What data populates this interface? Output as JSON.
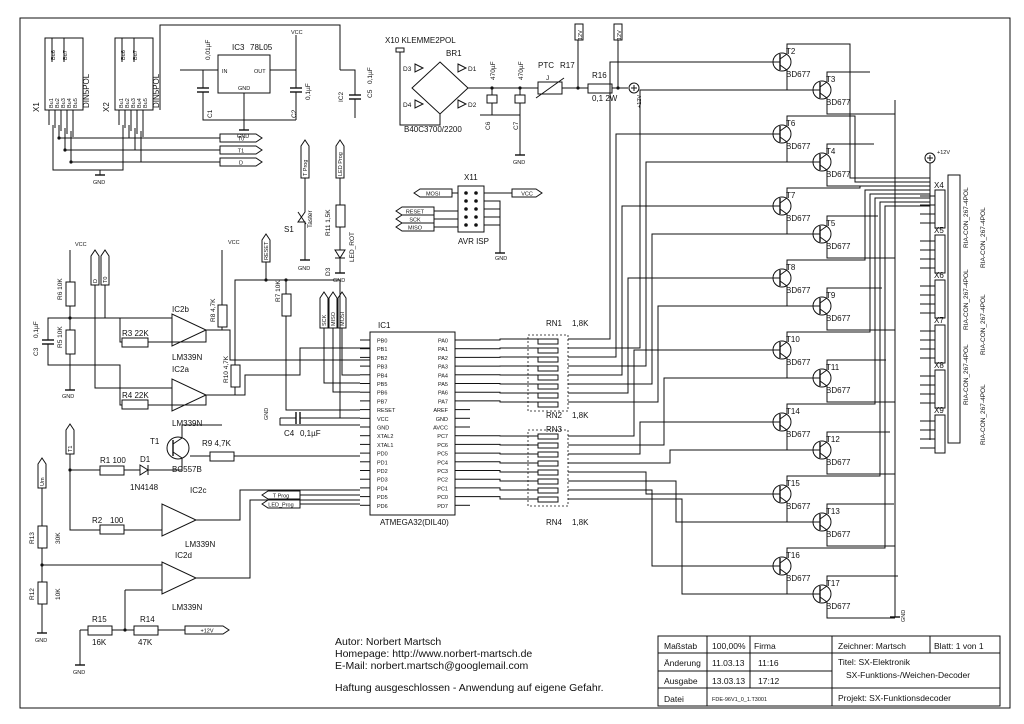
{
  "author": {
    "line1": "Autor: Norbert Martsch",
    "line2": "Homepage: http://www.norbert-martsch.de",
    "line3": "E-Mail: norbert.martsch@googlemail.com",
    "disclaimer": "Haftung ausgeschlossen - Anwendung auf eigene Gefahr."
  },
  "titleblock": {
    "massstab_label": "Maßstab",
    "massstab_value": "100,00%",
    "firma_label": "Firma",
    "aenderung_label": "Änderung",
    "aenderung_date": "11.03.13",
    "aenderung_time": "11:16",
    "ausgabe_label": "Ausgabe",
    "ausgabe_date": "13.03.13",
    "ausgabe_time": "17:12",
    "datei_label": "Datei",
    "datei_value": "FDE-96V1_0_1.T3001",
    "zeichner": "Zeichner: Martsch",
    "blatt": "Blatt: 1 von 1",
    "titel1": "Titel: SX-Elektronik",
    "titel2": "SX-Funktions-/Weichen-Decoder",
    "projekt": "Projekt: SX-Funktionsdecoder"
  },
  "power": {
    "x10": "X10 KLEMME2POL",
    "br1": "BR1",
    "d1": "D1",
    "d2": "D2",
    "d3": "D3",
    "d4": "D4",
    "bridge": "B40C3700/2200",
    "c6": "C6",
    "c6v": "470µF",
    "c7": "C7",
    "c7v": "470µF",
    "ptc": "PTC",
    "r17": "R17",
    "j": "J",
    "r16": "R16",
    "r16v": "0,1 2W",
    "plus12": "+12V",
    "twelve": "12V",
    "vcc": "VCC",
    "gnd": "GND",
    "ic3": "IC3",
    "ic3v": "78L05",
    "in": "IN",
    "out": "OUT",
    "c1": "C1",
    "c1v": "0,01µF",
    "c2": "C2",
    "c2v": "0,1µF",
    "ic2": "IC2",
    "c5": "C5",
    "c5v": "0,1µF"
  },
  "connectors": {
    "x1": "X1",
    "x2": "X2",
    "din": "DIN5POL",
    "pins_top": [
      "Bu6",
      "Bu7"
    ],
    "pins_bot": [
      "Bu1",
      "Bu2",
      "Bu3",
      "Bu4",
      "Bu5"
    ],
    "t0": "T0",
    "t1": "T1",
    "d": "D"
  },
  "isp": {
    "x11": "X11",
    "name": "AVR ISP",
    "mosi": "MOSI",
    "vcc": "VCC",
    "reset": "RESET",
    "sck": "SCK",
    "miso": "MISO"
  },
  "prog": {
    "tprog": "T Prog",
    "ledprog": "LED Prog",
    "s1": "S1",
    "taster": "Taster",
    "r11": "R11 1,5K",
    "d3": "D3",
    "ledrot": "LED_ROT"
  },
  "mcu": {
    "name": "IC1",
    "part": "ATMEGA32(DIL40)",
    "left_pins": [
      "PB0",
      "PB1",
      "PB2",
      "PB3",
      "PB4",
      "PB5",
      "PB6",
      "PB7",
      "RESET",
      "VCC",
      "GND",
      "XTAL2",
      "XTAL1",
      "PD0",
      "PD1",
      "PD2",
      "PD3",
      "PD4",
      "PD5",
      "PD6"
    ],
    "right_pins": [
      "PA0",
      "PA1",
      "PA2",
      "PA3",
      "PA4",
      "PA5",
      "PA6",
      "PA7",
      "AREF",
      "GND",
      "AVCC",
      "PC7",
      "PC6",
      "PC5",
      "PC4",
      "PC3",
      "PC2",
      "PC1",
      "PC0",
      "PD7"
    ],
    "sck": "SCK",
    "miso": "MISO",
    "mosi": "MOSI",
    "reset": "RESET"
  },
  "rn": {
    "rn1": "RN1",
    "rn1v": "1,8K",
    "rn2": "RN2",
    "rn2v": "1,8K",
    "rn3": "RN3",
    "rn4": "RN4",
    "rn4v": "1,8K"
  },
  "analog": {
    "ic2b": "IC2b",
    "ic2a": "IC2a",
    "ic2c": "IC2c",
    "ic2d": "IC2d",
    "lm": "LM339N",
    "r3": "R3 22K",
    "r4": "R4 22K",
    "r6": "R6 10K",
    "r5": "R5 10K",
    "c3": "C3",
    "c3v": "0,1µF",
    "r8": "R8 4,7K",
    "r10": "R10 4,7K",
    "r7": "R7 10K",
    "t1": "T1",
    "bc": "BC557B",
    "r9": "R9 4,7K",
    "r1": "R1 100",
    "d1": "D1",
    "d1v": "1N4148",
    "r2": "R2",
    "r2v": "100",
    "r13": "R13",
    "r13v": "30K",
    "r12": "R12",
    "r12v": "10K",
    "r15": "R15",
    "r15v": "16K",
    "r14": "R14",
    "r14v": "47K",
    "c4": "C4",
    "c4v": "0,1µF",
    "um": "Um",
    "vcc": "VCC",
    "gnd": "GND",
    "plus12": "+12V",
    "reset": "RESET",
    "tprog": "T Prog",
    "ledprog": "LED_Prog"
  },
  "drivers": {
    "part": "BD677",
    "pairs": [
      [
        "T2",
        "T3"
      ],
      [
        "T6",
        "T4"
      ],
      [
        "T7",
        "T5"
      ],
      [
        "T8",
        "T9"
      ],
      [
        "T10",
        "T11"
      ],
      [
        "T14",
        "T12"
      ],
      [
        "T15",
        "T13"
      ],
      [
        "T16",
        "T17"
      ]
    ],
    "outputs": [
      "X4",
      "X5",
      "X6",
      "X7",
      "X8",
      "X9"
    ],
    "ria": "RIA-CON_267-4POL",
    "plus12": "+12V",
    "gnd": "GND"
  }
}
